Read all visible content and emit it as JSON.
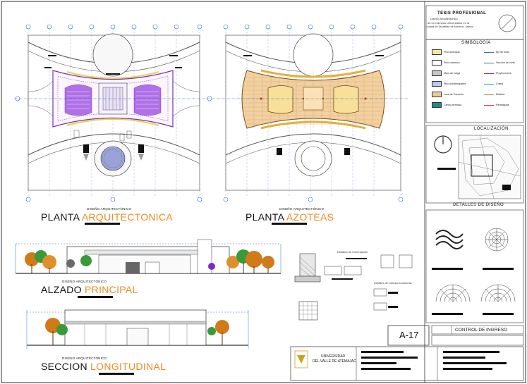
{
  "title_block": {
    "thesis_title": "TESIS PROFESIONAL",
    "project_desc_1": "Diseño Arquitectónico",
    "project_desc_2": "de un Campus Universitario en la",
    "project_desc_3": "ciudad de Tezatitlán de Morelos, Jalisco",
    "symbology_header": "SIMBOLOGÍA",
    "localization_header": "LOCALIZACIÓN",
    "details_header": "DETALLES DE DISEÑO",
    "sheet_number": "A-17",
    "sheet_name": "CONTROL DE INGRESO",
    "university_line_1": "UNIVERSIDAD",
    "university_line_2": "DEL VALLE DE ATEMAJAC"
  },
  "legend": [
    {
      "label": "Piso laminado",
      "color": "#f4e6a4",
      "kind": "swatch"
    },
    {
      "label": "Piso cerámico",
      "color": "#ffffff",
      "kind": "swatch"
    },
    {
      "label": "Muro de carga",
      "color": "#c8c8c8",
      "kind": "swatch"
    },
    {
      "label": "Piso Antiderrapante",
      "color": "#b9c9f2",
      "kind": "swatch"
    },
    {
      "label": "Losa de Concreto",
      "color": "#f4c99a",
      "kind": "swatch"
    },
    {
      "label": "Cama cerámica",
      "color": "#1f8a8a",
      "kind": "swatch"
    },
    {
      "label": "Eje de trazo",
      "color": "#4a6ab8",
      "kind": "line"
    },
    {
      "label": "Sección de corte",
      "color": "#2a66aa",
      "kind": "line"
    },
    {
      "label": "Proyecciones",
      "color": "#7a2bd0",
      "kind": "line"
    },
    {
      "label": "Cristal",
      "color": "#2a9dd6",
      "kind": "line"
    },
    {
      "label": "Madera",
      "color": "#c68a2a",
      "kind": "line"
    },
    {
      "label": "Parteaguas",
      "color": "#d04040",
      "kind": "line"
    }
  ],
  "drawings": {
    "plan_arch_sub": "DISEÑO ARQUITECTÓNICO",
    "plan_arch_title_a": "PLANTA",
    "plan_arch_title_b": "ARQUITECTONICA",
    "plan_roof_sub": "DISEÑO ARQUITECTÓNICO",
    "plan_roof_title_a": "PLANTA",
    "plan_roof_title_b": "AZOTEAS",
    "elev_sub": "DISEÑO ARQUITECTÓNICO",
    "elev_title_a": "ALZADO",
    "elev_title_b": "PRINCIPAL",
    "sect_sub": "DISEÑO ARQUITECTÓNICO",
    "sect_title_a": "SECCION",
    "sect_title_b": "LONGITUDINAL",
    "detail_found": "Detalles de Cimentación",
    "detail_cols": "Detalles de Celosía Columnas"
  },
  "colors": {
    "accent": "#f08a1c",
    "blue": "#3a6fd8",
    "purple": "#7a2bd0",
    "tree_orange": "#d07a1a",
    "tree_green": "#3a9a3a",
    "roof_fill": "#f2d0a0"
  }
}
